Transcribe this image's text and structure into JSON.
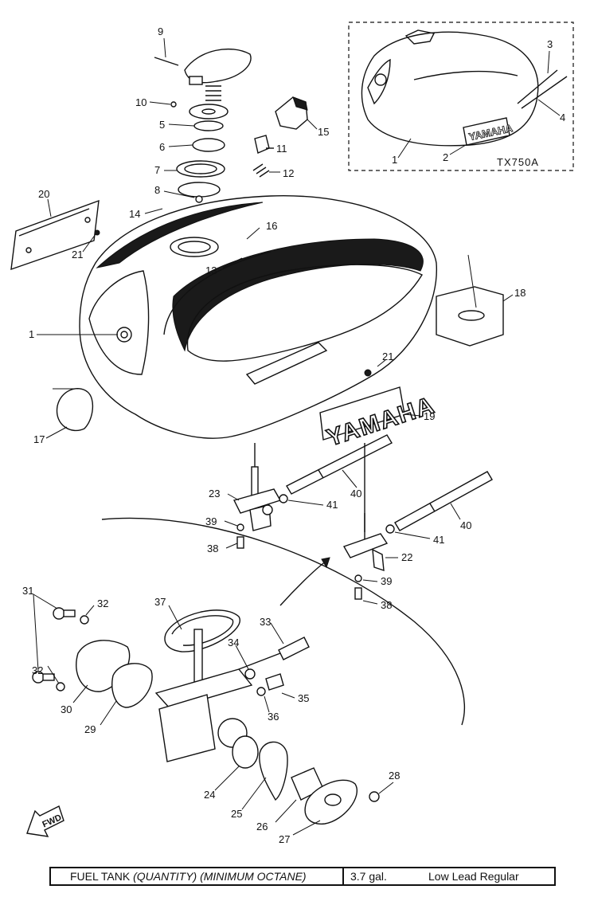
{
  "inset": {
    "model": "TX750A",
    "brand": "YAMAHA"
  },
  "tank_brand": "YAMAHA",
  "direction_marker": "FWD",
  "callouts": {
    "p1_inset": "1",
    "p2": "2",
    "p3": "3",
    "p4": "4",
    "p9": "9",
    "p10": "10",
    "p5": "5",
    "p6": "6",
    "p7": "7",
    "p8": "8",
    "p15": "15",
    "p11": "11",
    "p12": "12",
    "p14": "14",
    "p16": "16",
    "p13": "13",
    "p20": "20",
    "p21a": "21",
    "p1_main": "1",
    "p18": "18",
    "p21b": "21",
    "p19": "19",
    "p17": "17",
    "p23": "23",
    "p40a": "40",
    "p41a": "41",
    "p39a": "39",
    "p38a": "38",
    "p40b": "40",
    "p41b": "41",
    "p22": "22",
    "p39b": "39",
    "p38b": "38",
    "p31": "31",
    "p32a": "32",
    "p37": "37",
    "p33": "33",
    "p32b": "32",
    "p34": "34",
    "p35": "35",
    "p36": "36",
    "p30": "30",
    "p29": "29",
    "p24": "24",
    "p25": "25",
    "p28": "28",
    "p26": "26",
    "p27": "27"
  },
  "spec": {
    "label": "FUEL TANK",
    "qualifiers": "(QUANTITY) (MINIMUM OCTANE)",
    "quantity": "3.7 gal.",
    "octane": "Low Lead Regular"
  }
}
